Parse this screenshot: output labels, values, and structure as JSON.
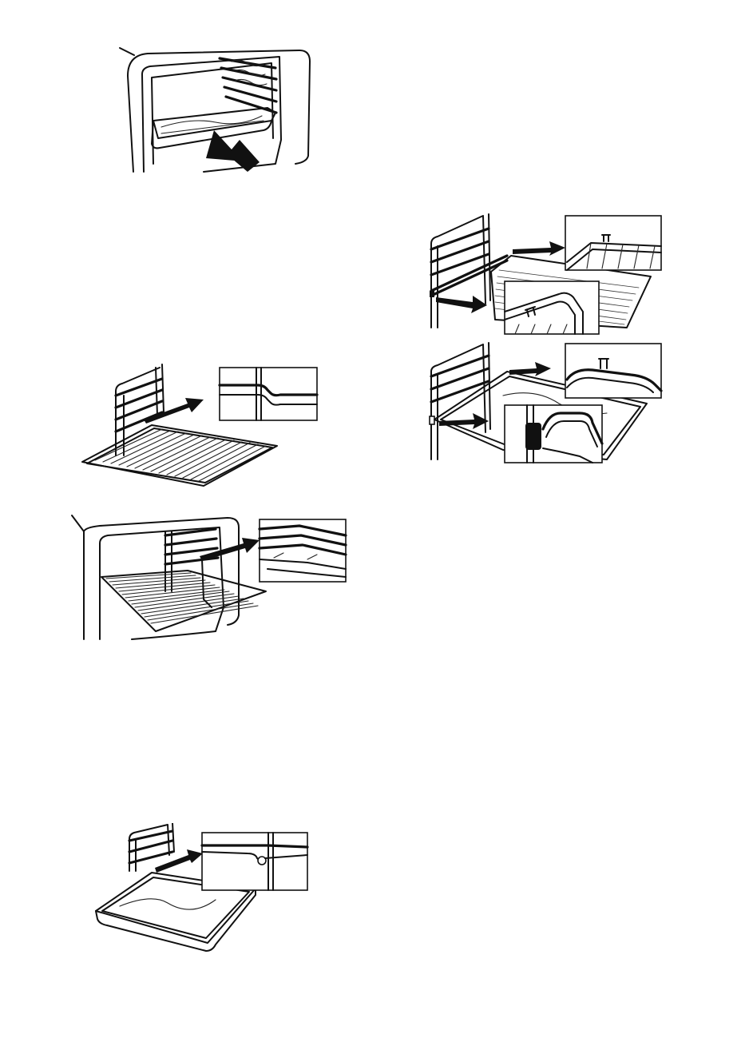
{
  "page": {
    "background_color": "#ffffff",
    "line_color": "#111111"
  },
  "figures": [
    {
      "id": "oven-tray",
      "icon": "oven-tray-insert-illustration"
    },
    {
      "id": "grid-rail",
      "icon": "wire-grid-side-rail-illustration"
    },
    {
      "id": "oven-grid",
      "icon": "oven-wire-grid-insert-illustration"
    },
    {
      "id": "tray-rail",
      "icon": "baking-tray-side-rail-illustration"
    },
    {
      "id": "telescopic-grid",
      "icon": "telescopic-rail-grid-illustration"
    },
    {
      "id": "telescopic-tray",
      "icon": "telescopic-rail-tray-illustration"
    }
  ]
}
